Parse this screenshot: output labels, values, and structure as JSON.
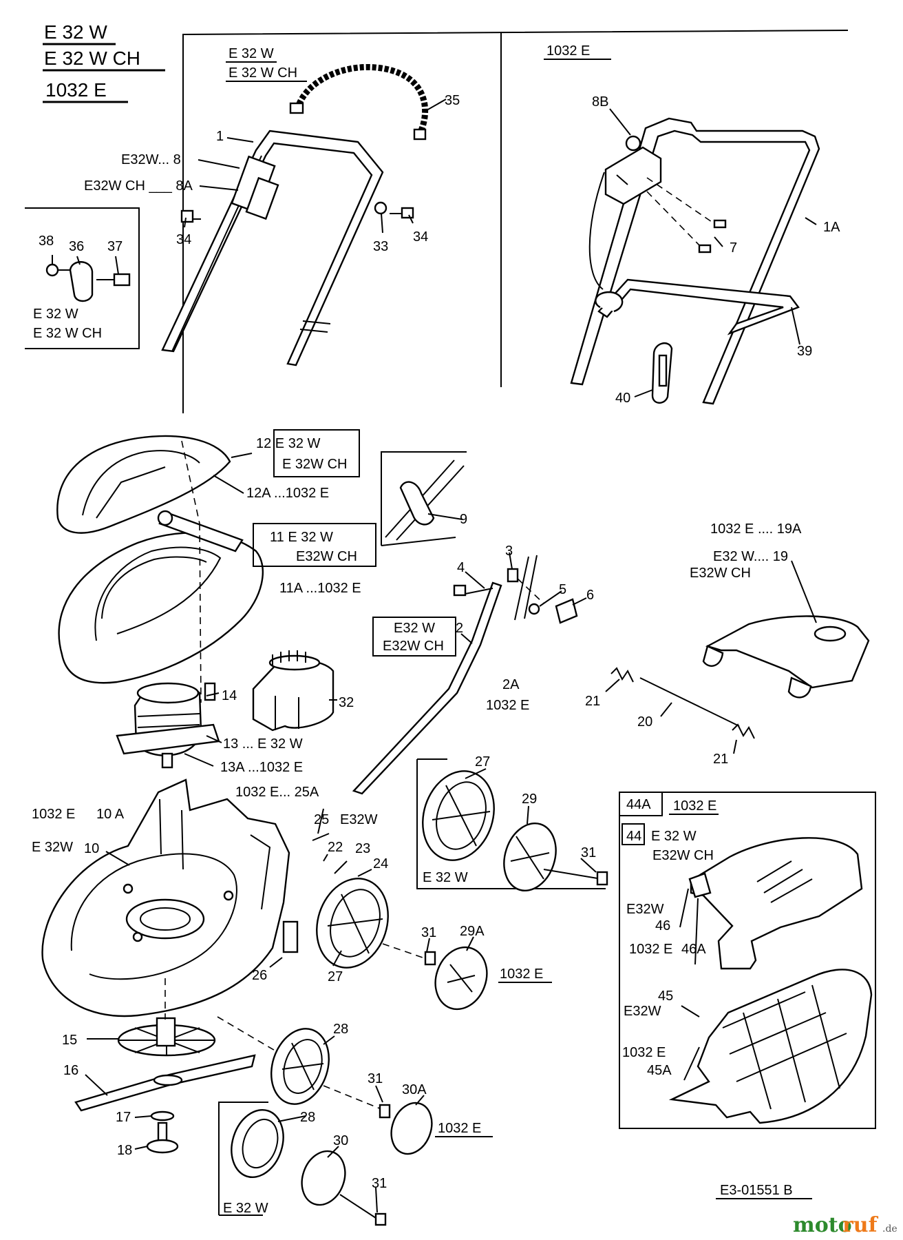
{
  "models": {
    "m1": "E 32 W",
    "m2": "E 32 W  CH",
    "m3": "1032 E"
  },
  "panels": {
    "handle_cable": {
      "l1": "E 32 W",
      "l2": "E 32 W  CH"
    },
    "handle_1032": {
      "l1": "1032 E"
    },
    "clamp": {
      "l1": "E 32 W",
      "l2": "E 32 W  CH"
    },
    "hood12": {
      "l1": "12  E 32 W",
      "l2": "E 32W CH",
      "l3": "12A ...1032 E"
    },
    "hood11": {
      "l1": "11  E 32 W",
      "l2": "E32W  CH",
      "l3": "11A ...1032 E"
    },
    "shaft": {
      "l1": "E32 W",
      "l2": "E32W CH"
    },
    "wheel_e32w": {
      "l1": "E 32 W"
    },
    "wheel_front_e32w": {
      "l1": "E 32 W"
    },
    "catcher": {
      "l1": "44A",
      "l2": "1032 E",
      "l3": "44",
      "l4": "E 32 W",
      "l5": "E32W CH"
    }
  },
  "callouts": {
    "p35": "35",
    "p1": "1",
    "p8": "E32W... 8",
    "p8a": "E32W CH ___ 8A",
    "p34a": "34",
    "p33": "33",
    "p34b": "34",
    "p38": "38",
    "p36": "36",
    "p37": "37",
    "p8b": "8B",
    "p7": "7",
    "p1a": "1A",
    "p39": "39",
    "p40": "40",
    "p9": "9",
    "p3": "3",
    "p4": "4",
    "p5": "5",
    "p6": "6",
    "p2": "2",
    "p2a": "2A",
    "p2a2": "1032 E",
    "p19a": "1032 E .... 19A",
    "p19": "E32 W.... 19",
    "p19b": "E32W CH",
    "p21a": "21",
    "p20": "20",
    "p21b": "21",
    "p14": "14",
    "p32": "32",
    "p13": "13 ... E 32 W",
    "p13a": "13A ...1032 E",
    "p25a": "1032 E... 25A",
    "p25": "25",
    "p25b": "E32W",
    "p22": "22",
    "p23": "23",
    "p24": "24",
    "p10a1": "1032 E",
    "p10a2": "10 A",
    "p10a": "E 32W",
    "p10": "10",
    "p27a": "27",
    "p29": "29",
    "p31a": "31",
    "p27b": "27",
    "p26": "26",
    "p31b": "31",
    "p29a": "29A",
    "p29a2": "1032 E",
    "p15": "15",
    "p28a": "28",
    "p16": "16",
    "p31c": "31",
    "p30a": "30A",
    "p30a2": "1032 E",
    "p17": "17",
    "p18": "18",
    "p28b": "28",
    "p30": "30",
    "p31d": "31",
    "p46a": "E32W",
    "p46": "46",
    "p46b": "1032 E",
    "p46c": "46A",
    "p45": "45",
    "p45b": "E32W",
    "p45c": "1032 E",
    "p45d": "45A"
  },
  "drawing_number": "E3-01551 B",
  "watermark": {
    "a": "moto",
    "b": "ruf",
    "c": ".de"
  }
}
